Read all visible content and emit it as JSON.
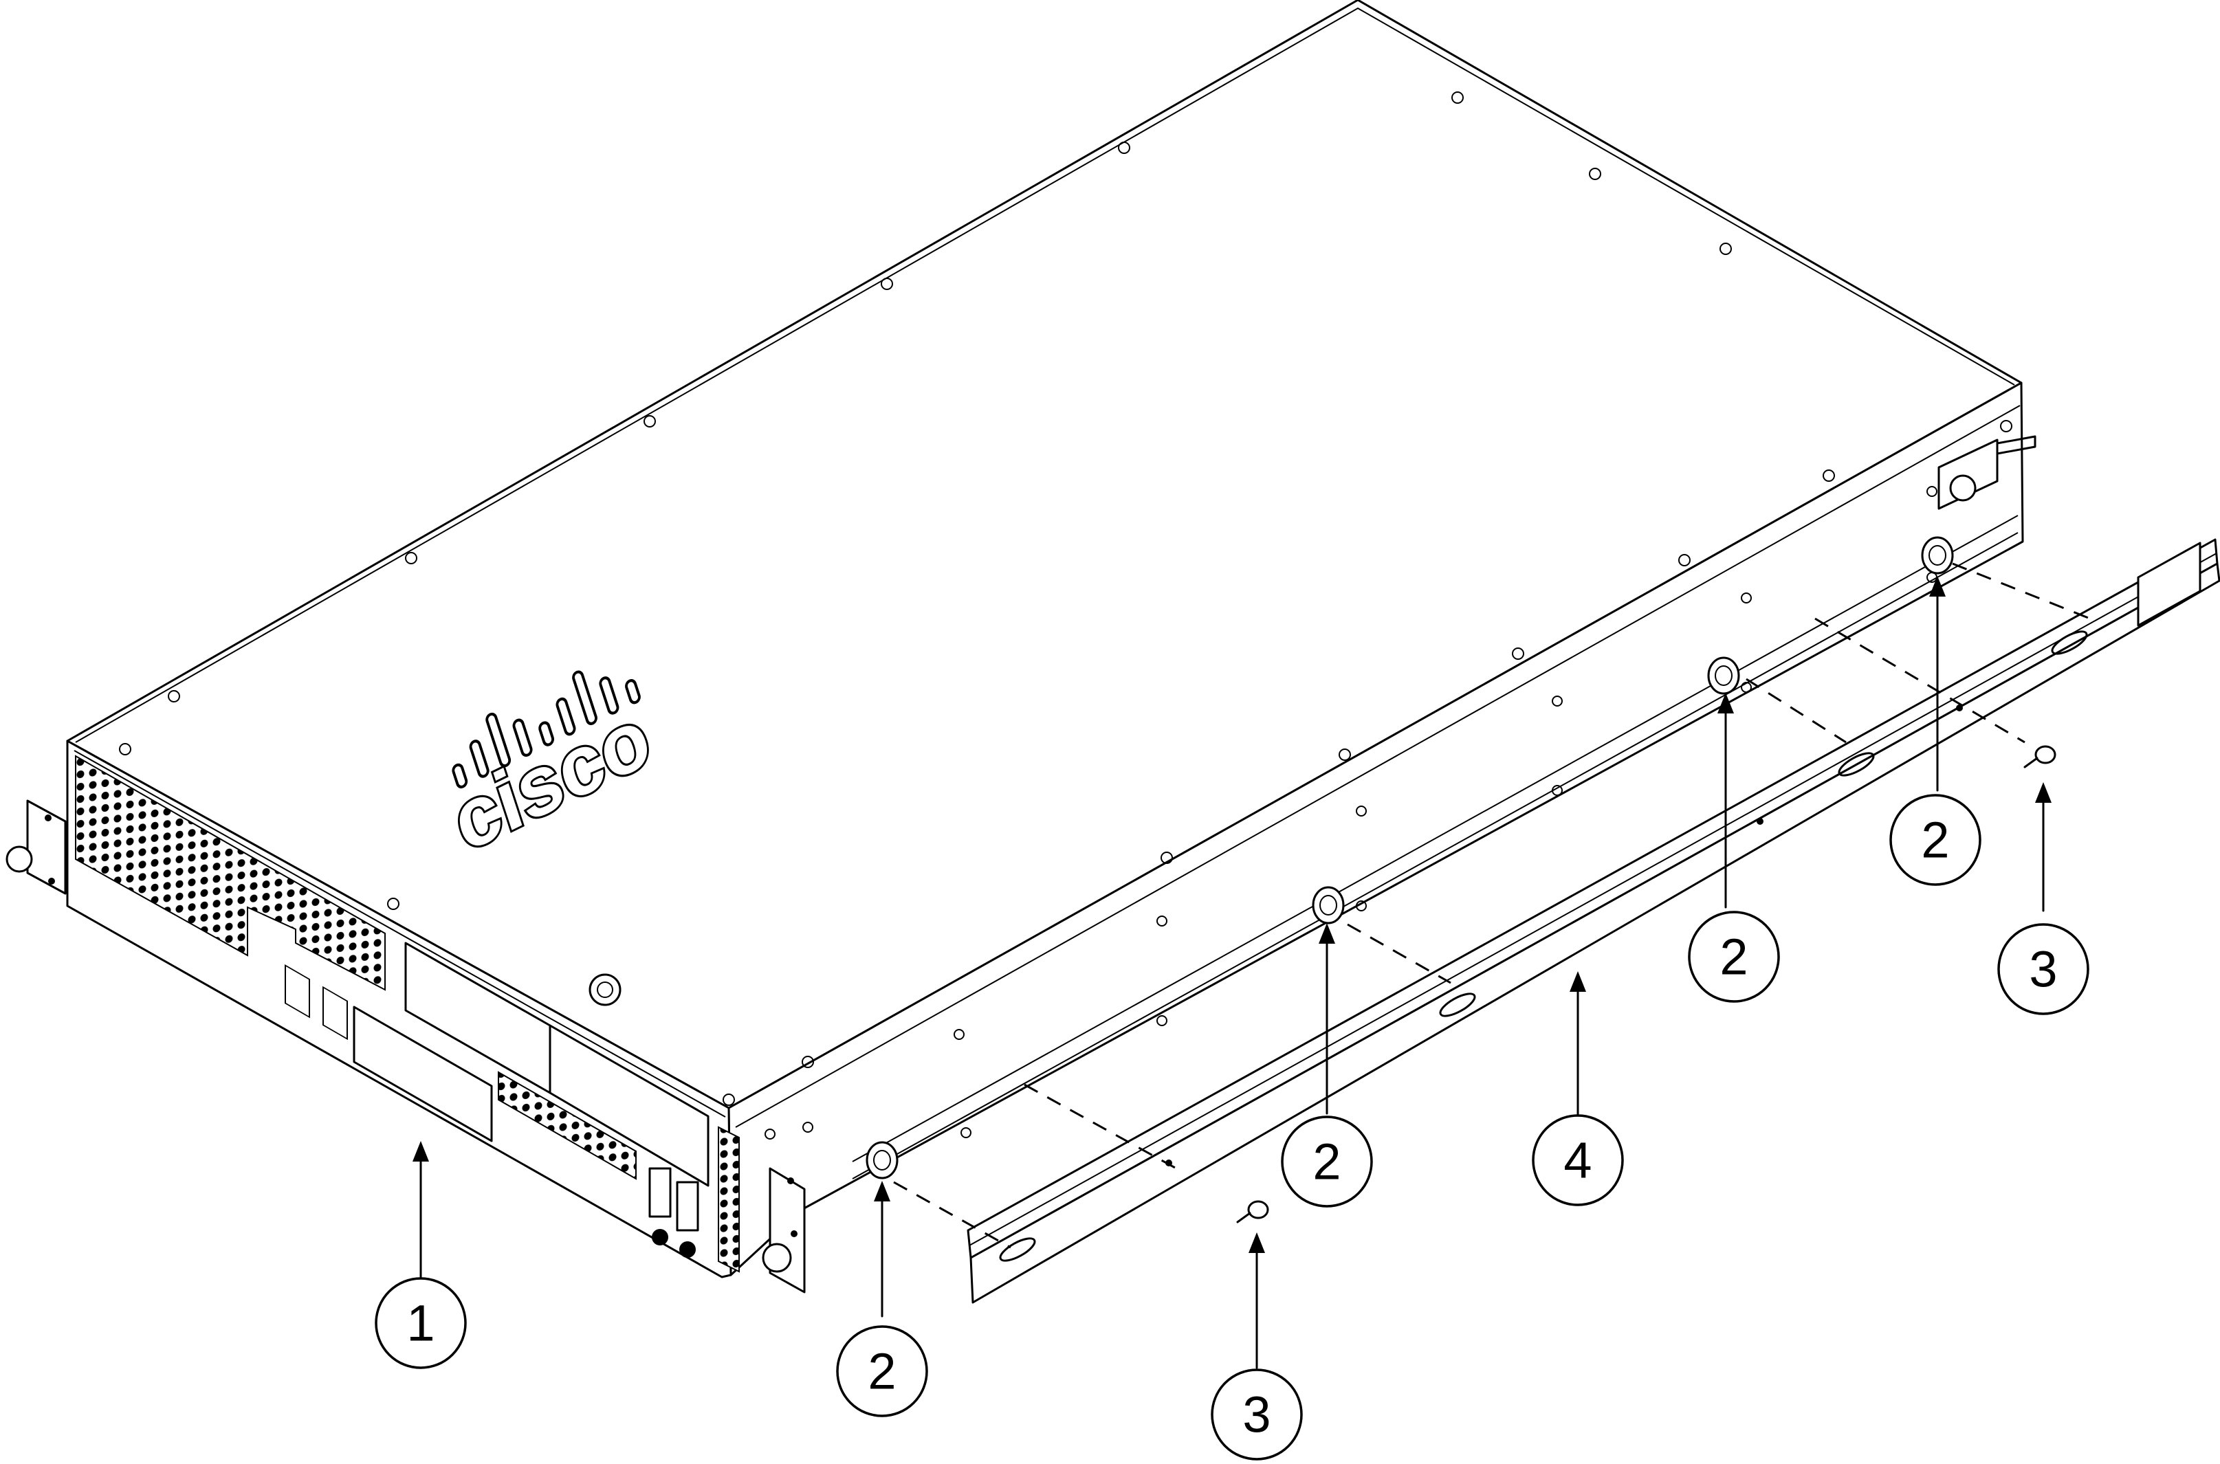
{
  "brand": {
    "logo_text": "cisco"
  },
  "callouts": [
    {
      "id": "callout-1",
      "label": "1"
    },
    {
      "id": "callout-2a",
      "label": "2"
    },
    {
      "id": "callout-2b",
      "label": "2"
    },
    {
      "id": "callout-2c",
      "label": "2"
    },
    {
      "id": "callout-2d",
      "label": "2"
    },
    {
      "id": "callout-3a",
      "label": "3"
    },
    {
      "id": "callout-3b",
      "label": "3"
    },
    {
      "id": "callout-4",
      "label": "4"
    }
  ]
}
